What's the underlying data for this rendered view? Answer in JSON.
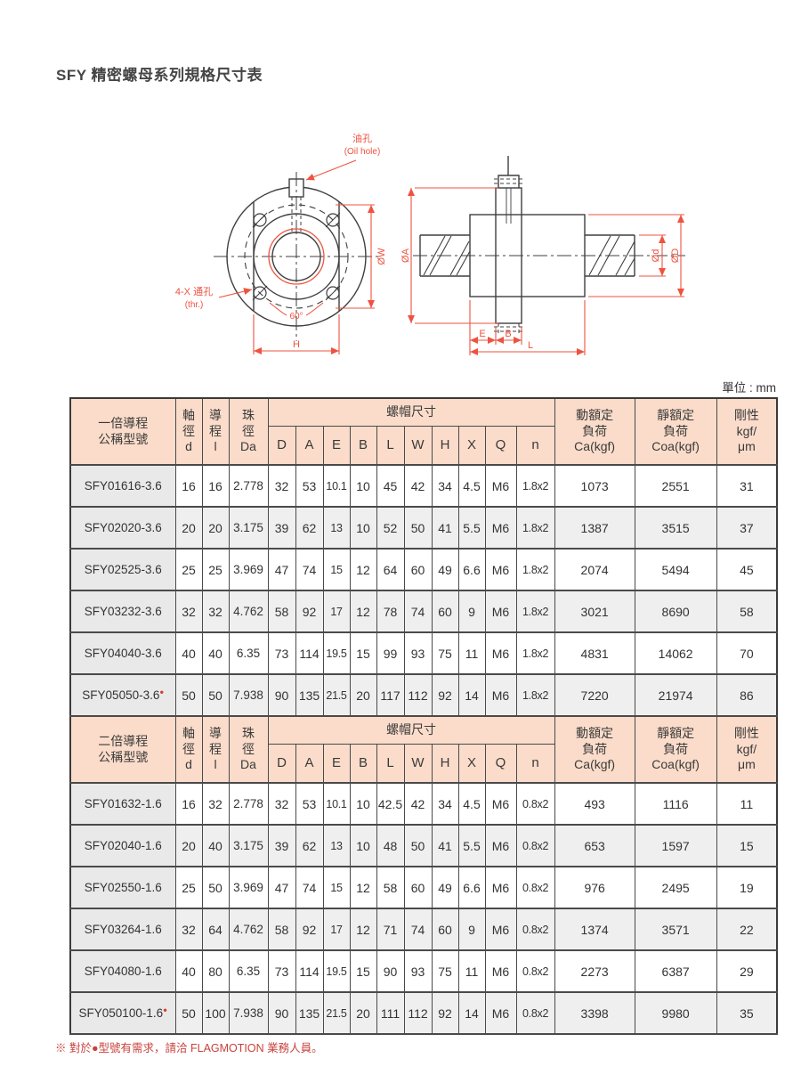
{
  "title": "SFY 精密螺母系列規格尺寸表",
  "unit_label": "單位 : mm",
  "diagram": {
    "labels": {
      "oil_hole_zh": "油孔",
      "oil_hole_en": "(Oil hole)",
      "thru_hole_zh": "4-X 通孔",
      "thru_hole_en": "(thr.)",
      "dim_w": "ØW",
      "dim_h": "H",
      "angle": "60°",
      "dim_a": "ØA",
      "dim_d_small": "Ød",
      "dim_d_large": "ØD",
      "dim_e": "E",
      "dim_b": "B",
      "dim_l": "L"
    }
  },
  "table": {
    "columns": [
      "D",
      "A",
      "E",
      "B",
      "L",
      "W",
      "H",
      "X",
      "Q",
      "n"
    ],
    "header": {
      "shaft_dia": "軸\n徑\nd",
      "lead": "導\n程\nl",
      "ball_dia": "珠\n徑\nDa",
      "nut_dims": "螺帽尺寸",
      "dynamic_load": "動額定\n負荷\nCa(kgf)",
      "static_load": "靜額定\n負荷\nCoa(kgf)",
      "rigidity": "剛性\nkgf/\nμm"
    },
    "mark_symbol": "●",
    "sections": [
      {
        "model_header": "一倍導程\n公稱型號",
        "rows": [
          {
            "model": "SFY01616-3.6",
            "marked": false,
            "values": [
              "16",
              "16",
              "2.778",
              "32",
              "53",
              "10.1",
              "10",
              "45",
              "42",
              "34",
              "4.5",
              "M6",
              "1.8x2",
              "1073",
              "2551",
              "31"
            ]
          },
          {
            "model": "SFY02020-3.6",
            "marked": false,
            "values": [
              "20",
              "20",
              "3.175",
              "39",
              "62",
              "13",
              "10",
              "52",
              "50",
              "41",
              "5.5",
              "M6",
              "1.8x2",
              "1387",
              "3515",
              "37"
            ]
          },
          {
            "model": "SFY02525-3.6",
            "marked": false,
            "values": [
              "25",
              "25",
              "3.969",
              "47",
              "74",
              "15",
              "12",
              "64",
              "60",
              "49",
              "6.6",
              "M6",
              "1.8x2",
              "2074",
              "5494",
              "45"
            ]
          },
          {
            "model": "SFY03232-3.6",
            "marked": false,
            "values": [
              "32",
              "32",
              "4.762",
              "58",
              "92",
              "17",
              "12",
              "78",
              "74",
              "60",
              "9",
              "M6",
              "1.8x2",
              "3021",
              "8690",
              "58"
            ]
          },
          {
            "model": "SFY04040-3.6",
            "marked": false,
            "values": [
              "40",
              "40",
              "6.35",
              "73",
              "114",
              "19.5",
              "15",
              "99",
              "93",
              "75",
              "11",
              "M6",
              "1.8x2",
              "4831",
              "14062",
              "70"
            ]
          },
          {
            "model": "SFY05050-3.6",
            "marked": true,
            "values": [
              "50",
              "50",
              "7.938",
              "90",
              "135",
              "21.5",
              "20",
              "117",
              "112",
              "92",
              "14",
              "M6",
              "1.8x2",
              "7220",
              "21974",
              "86"
            ]
          }
        ]
      },
      {
        "model_header": "二倍導程\n公稱型號",
        "rows": [
          {
            "model": "SFY01632-1.6",
            "marked": false,
            "values": [
              "16",
              "32",
              "2.778",
              "32",
              "53",
              "10.1",
              "10",
              "42.5",
              "42",
              "34",
              "4.5",
              "M6",
              "0.8x2",
              "493",
              "1116",
              "11"
            ]
          },
          {
            "model": "SFY02040-1.6",
            "marked": false,
            "values": [
              "20",
              "40",
              "3.175",
              "39",
              "62",
              "13",
              "10",
              "48",
              "50",
              "41",
              "5.5",
              "M6",
              "0.8x2",
              "653",
              "1597",
              "15"
            ]
          },
          {
            "model": "SFY02550-1.6",
            "marked": false,
            "values": [
              "25",
              "50",
              "3.969",
              "47",
              "74",
              "15",
              "12",
              "58",
              "60",
              "49",
              "6.6",
              "M6",
              "0.8x2",
              "976",
              "2495",
              "19"
            ]
          },
          {
            "model": "SFY03264-1.6",
            "marked": false,
            "values": [
              "32",
              "64",
              "4.762",
              "58",
              "92",
              "17",
              "12",
              "71",
              "74",
              "60",
              "9",
              "M6",
              "0.8x2",
              "1374",
              "3571",
              "22"
            ]
          },
          {
            "model": "SFY04080-1.6",
            "marked": false,
            "values": [
              "40",
              "80",
              "6.35",
              "73",
              "114",
              "19.5",
              "15",
              "90",
              "93",
              "75",
              "11",
              "M6",
              "0.8x2",
              "2273",
              "6387",
              "29"
            ]
          },
          {
            "model": "SFY050100-1.6",
            "marked": true,
            "values": [
              "50",
              "100",
              "7.938",
              "90",
              "135",
              "21.5",
              "20",
              "111",
              "112",
              "92",
              "14",
              "M6",
              "0.8x2",
              "3398",
              "9980",
              "35"
            ]
          }
        ]
      }
    ]
  },
  "footnote": "※ 對於●型號有需求，請洽 FLAGMOTION 業務人員。",
  "colors": {
    "header_bg": "#fbdcca",
    "model_cell_bg": "#e9e9e9",
    "alt_row_bg": "#efefef",
    "border": "#4a4a4a",
    "text": "#333333",
    "dimension_red": "#ee5340",
    "footnote_red": "#c8423c"
  }
}
